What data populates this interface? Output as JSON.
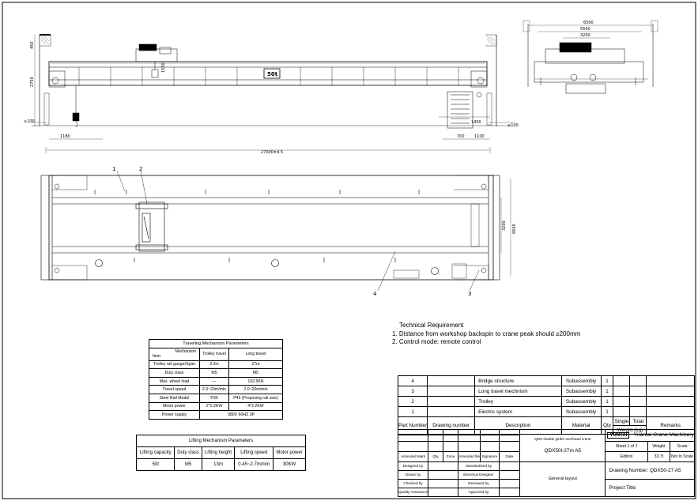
{
  "elevation": {
    "capacity_label": "50t",
    "dims": {
      "left_total": "2750",
      "left_top": "450",
      "hook_height": "1550",
      "left_offset": "≥100",
      "right_offset": "≥100",
      "hook_approach_left": "1180",
      "hook_approach_right_a": "700",
      "hook_approach_right_b": "1100",
      "cab_width": "1450",
      "span": "27000±4.5"
    }
  },
  "side_view": {
    "dims": {
      "overall": "6500",
      "wheel_base": "5500",
      "trolley_gauge": "3200"
    }
  },
  "plan": {
    "callouts": [
      "1",
      "2",
      "3",
      "4"
    ],
    "dims": {
      "trolley_gauge": "3200",
      "wheel_base": "6500"
    }
  },
  "technical_requirement": {
    "title": "Technical Requirement",
    "items": [
      "1. Distance from workshop backspin to crane peak should ≥200mm",
      "2. Control mode: remote control"
    ]
  },
  "travel_table": {
    "title": "Traveling Mechanism Parameters",
    "corner_top": "Mechanism",
    "corner_bottom": "Item",
    "columns": [
      "Trolley travel",
      "Long travel"
    ],
    "rows": [
      [
        "Trolley rail gauge/Span",
        "3.2m",
        "27m"
      ],
      [
        "Duty class",
        "M5",
        "M5"
      ],
      [
        "Max. wheel load",
        "—",
        "193.5KN"
      ],
      [
        "Travel speed",
        "2.0~20m/min",
        "2.0~20m/min"
      ],
      [
        "Steel Rail Model",
        "P30",
        "P43 (Proposing rail size)"
      ],
      [
        "Motor power",
        "2*2.2KW",
        "4*2.2KW"
      ]
    ],
    "power_label": "Power supply",
    "power_value": "380V 60HZ 3P"
  },
  "lifting_table": {
    "title": "Lifting Mechanism Parameters",
    "headers": [
      "Lifting capacity",
      "Duty class",
      "Lifting height",
      "Lifting speed",
      "Motor power"
    ],
    "values": [
      "50t",
      "M5",
      "13m",
      "0.45~2.7m/min",
      "30KW"
    ]
  },
  "parts_list": {
    "rows": [
      [
        "4",
        "",
        "Bridge structure",
        "Subassembly",
        "1"
      ],
      [
        "3",
        "",
        "Long travel mechnism",
        "Subassembly",
        "1"
      ],
      [
        "2",
        "",
        "Trolley",
        "Subassembly",
        "1"
      ],
      [
        "1",
        "",
        "Electric system",
        "Subassembly",
        "1"
      ]
    ],
    "header": {
      "part_number": "Part Number",
      "drawing_number": "Drawing number",
      "description": "Description",
      "material": "Material",
      "qty": "Qty",
      "single": "Single",
      "total": "Total",
      "weight": "Weight (kg)",
      "remarks": "Remarks"
    }
  },
  "title_block": {
    "product_name": "QDX double girder overhead crane",
    "model": "QDX50t-27m A5",
    "company_logo": "YUNTAI",
    "company": "Yuantai Crane Machinery",
    "sheet": "Sheet 1 of 1",
    "weight_label": "Weight",
    "scale_label": "Scale",
    "edition_label": "Edition",
    "weight_value": "33.7t",
    "scale_value": "Not In Scale",
    "drawing_number": "Drawing Number: QDX50-27 A5",
    "project_title": "Project Title:",
    "general_layout": "General layout",
    "amend_header": [
      "Amended Mark",
      "Qty",
      "Zone",
      "Amended file",
      "Signature",
      "Date"
    ],
    "roles_left": [
      "Designed by",
      "Drawn by",
      "Checked by",
      "Quality Assurance"
    ],
    "roles_right": [
      "Standardized by",
      "Electrical Designer",
      "Reviewed by",
      "Approved by"
    ]
  }
}
